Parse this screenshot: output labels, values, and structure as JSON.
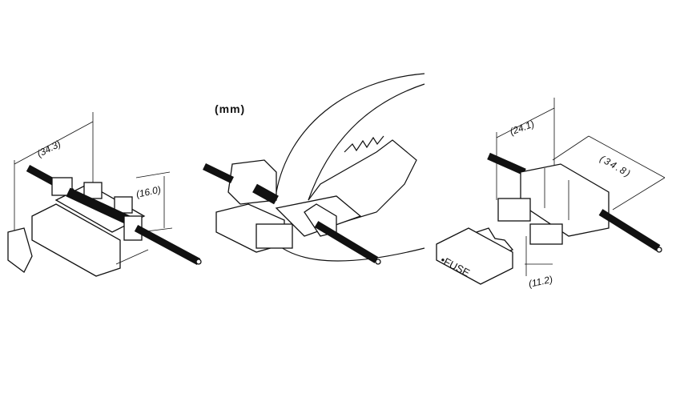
{
  "units_label": "(mm)",
  "figures": [
    {
      "name": "connector-closed",
      "dimensions": [
        "(34.3)",
        "(16.0)"
      ]
    },
    {
      "name": "connector-crimp-tool",
      "dimensions": []
    },
    {
      "name": "fuse-holder",
      "dimensions": [
        "(24.1)",
        "(34.8)",
        "(11.2)"
      ],
      "fuse_label": "•FUSE"
    }
  ]
}
